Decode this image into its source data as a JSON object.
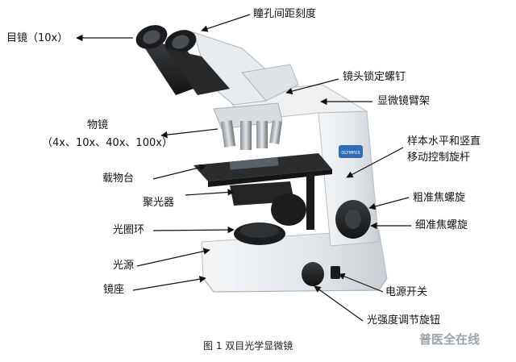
{
  "labels": {
    "eyepiece": "目镜（10x）",
    "interpupillary": "瞳孔间距刻度",
    "head_lock_screw": "镜头锁定螺钉",
    "arm": "显微镜臂架",
    "objectives": "物镜",
    "objective_mags": "（4x、10x、40x、100x）",
    "stage": "载物台",
    "condenser": "聚光器",
    "stage_knob_line1": "样本水平和竖直",
    "stage_knob_line2": "移动控制旋杆",
    "coarse_focus": "粗准焦螺旋",
    "fine_focus": "细准焦螺旋",
    "iris_diaphragm": "光圈环",
    "light_source": "光源",
    "base": "镜座",
    "power_switch": "电源开关",
    "brightness_knob": "光强度调节旋钮"
  },
  "caption": "图 1  双目光学显微镜",
  "watermark": "普医全在线",
  "brand_text": "OLYMPUS"
}
